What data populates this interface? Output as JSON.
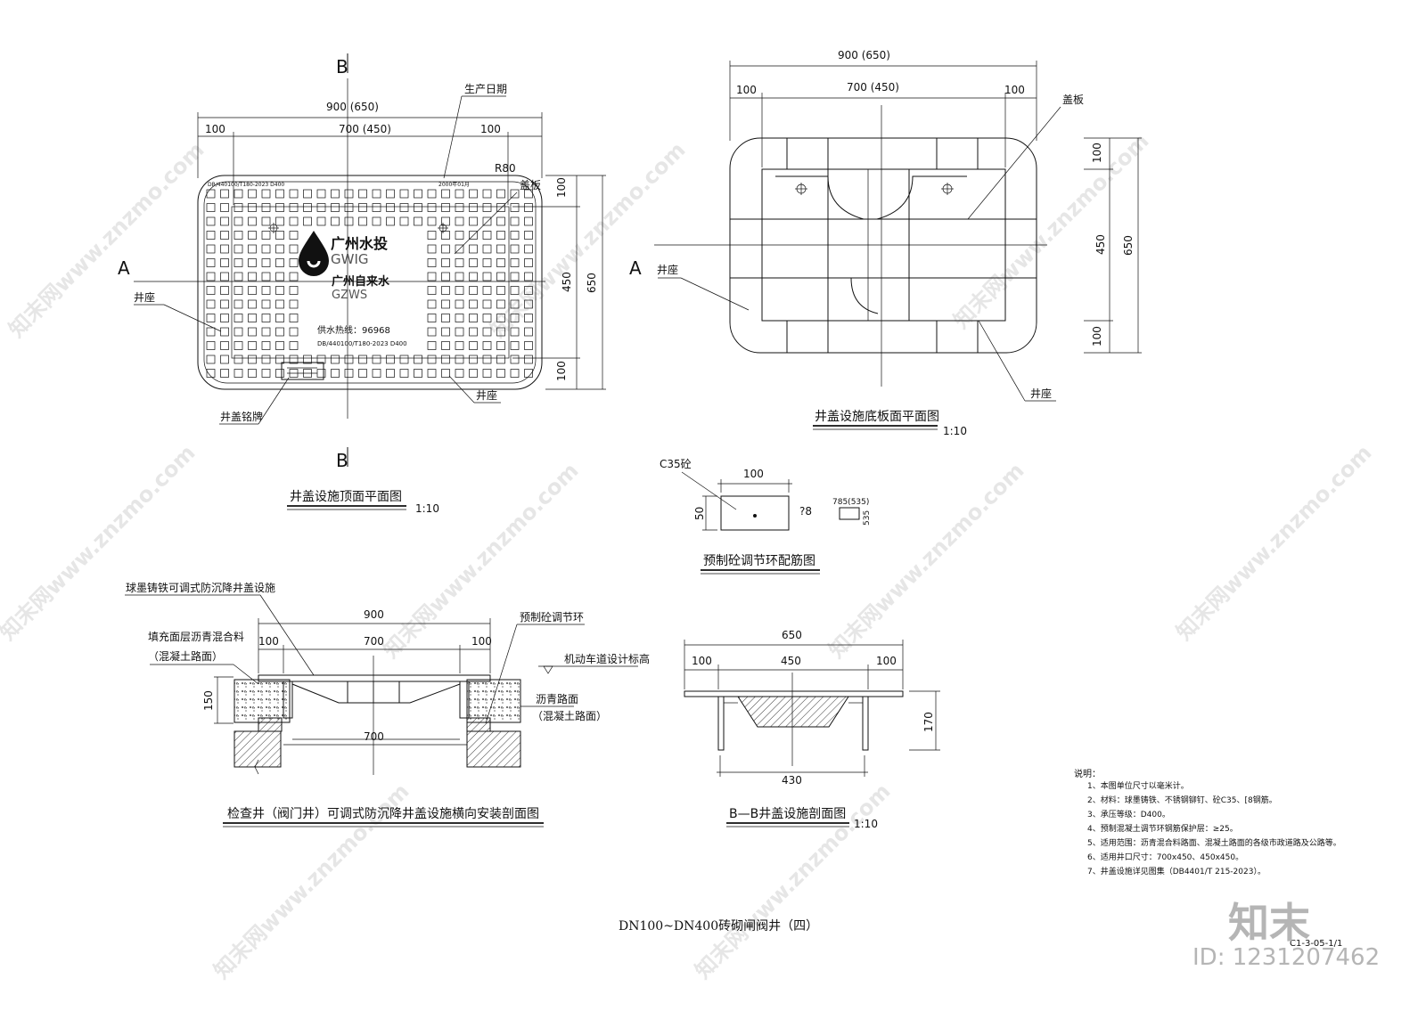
{
  "plan_top": {
    "b_mark": "B",
    "a_mark": "A",
    "dim_overall": "900 (650)",
    "dim_middle": "700 (450)",
    "dim_left": "100",
    "dim_right": "100",
    "dim_v_top": "100",
    "dim_v_mid": "450",
    "dim_v_bot": "100",
    "dim_v_total": "650",
    "radius": "R80",
    "label_date": "生产日期",
    "label_cover": "盖板",
    "label_seat_left": "井座",
    "label_seat_right": "井座",
    "label_plate": "井盖铭牌",
    "brand_name_1": "广州水投",
    "brand_code_1": "GWIG",
    "brand_name_2": "广州自来水",
    "brand_code_2": "GZWS",
    "hotline": "供水热线：96968",
    "std_code": "DB/440100/T180-2023  D400",
    "std_code_top": "DB/440100/T180-2023  D400",
    "date_stamp": "2000年01月",
    "caption": "井盖设施顶面平面图",
    "scale": "1:10"
  },
  "plan_bottom": {
    "a_mark": "A",
    "dim_overall": "900  (650)",
    "dim_middle": "700  (450)",
    "dim_left": "100",
    "dim_right": "100",
    "dim_v_top": "100",
    "dim_v_mid": "450",
    "dim_v_bot": "100",
    "dim_v_total": "650",
    "label_cover": "盖板",
    "label_seat_left": "井座",
    "label_seat_right": "井座",
    "caption": "井盖设施底板面平面图",
    "scale": "1:10"
  },
  "ring": {
    "label_concrete": "C35砼",
    "dim_width": "100",
    "dim_height": "50",
    "rebar": "?8",
    "small_dim_top": "785(535)",
    "small_dim_side": "535",
    "caption": "预制砼调节环配筋图"
  },
  "install_section": {
    "label_device": "球墨铸铁可调式防沉降井盖设施",
    "label_fill_1": "填充面层沥青混合料",
    "label_fill_2": "（混凝土路面）",
    "label_ring": "预制砼调节环",
    "label_road_level": "机动车道设计标高",
    "label_asphalt_1": "沥青路面",
    "label_asphalt_2": "（混凝土路面）",
    "dim_overall": "900",
    "dim_left": "100",
    "dim_middle": "700",
    "dim_right": "100",
    "dim_height": "150",
    "dim_bottom": "700",
    "caption": "检查井（阀门井）可调式防沉降井盖设施横向安装剖面图"
  },
  "bb_section": {
    "dim_overall": "650",
    "dim_left": "100",
    "dim_middle": "450",
    "dim_right": "100",
    "dim_height": "170",
    "dim_bottom": "430",
    "caption": "B—B井盖设施剖面图",
    "scale": "1:10"
  },
  "notes": {
    "heading": "说明：",
    "items": [
      "1、本图单位尺寸以毫米计。",
      "2、材料：球墨铸铁、不锈钢铆钉、砼C35、[8钢筋。",
      "3、承压等级：D400。",
      "4、预制混凝土调节环钢筋保护层：≥25。",
      "5、适用范围：沥青混合料路面、混凝土路面的各级市政道路及公路等。",
      "6、适用井口尺寸：700x450、450x450。",
      "7、井盖设施详见图集（DB4401/T 215-2023）。"
    ]
  },
  "sheet": {
    "title": "DN100~DN400砖砌闸阀井（四）",
    "sheet_no": "C1-3-05-1/1",
    "logo_text": "知末",
    "image_id": "ID: 1231207462",
    "watermark": "知末网www.znzmo.com"
  }
}
